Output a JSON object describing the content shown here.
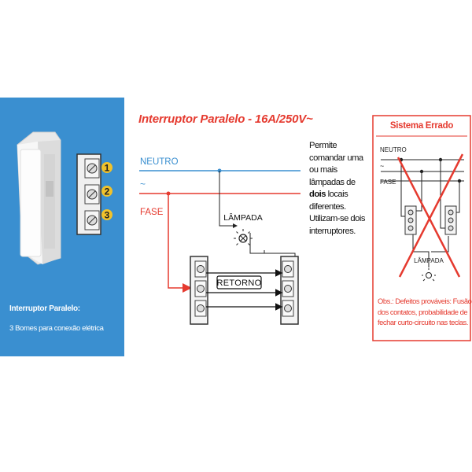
{
  "left_panel": {
    "product_title": "Interruptor Paralelo:",
    "product_subtitle": "3 Bornes para conexão elétrica",
    "terminal_numbers": [
      "1",
      "2",
      "3"
    ]
  },
  "diagram": {
    "title": "Interruptor Paralelo - 16A/250V~",
    "neutral_label": "NEUTRO",
    "tilde_label": "~",
    "phase_label": "FASE",
    "lamp_label": "LÂMPADA",
    "return_label": "RETORNO",
    "description_parts": [
      "Permite comandar uma ou mais lâmpadas de ",
      "dois",
      " locais diferentes. Utilizam-se dois interruptores."
    ]
  },
  "wrong_system": {
    "title": "Sistema Errado",
    "neutral_label": "NEUTRO",
    "tilde_label": "~",
    "phase_label": "FASE",
    "lamp_label": "LÂMPADA",
    "observation": "Obs.: Defeitos prováveis: Fusão dos contatos, probabilidade de fechar curto-circuito nas teclas."
  },
  "colors": {
    "panel_blue": "#3a8fd0",
    "neutral_wire": "#3a8fd0",
    "phase_wire": "#e53a2f",
    "error_red": "#e53a2f",
    "terminal_yellow": "#f1c22b"
  }
}
